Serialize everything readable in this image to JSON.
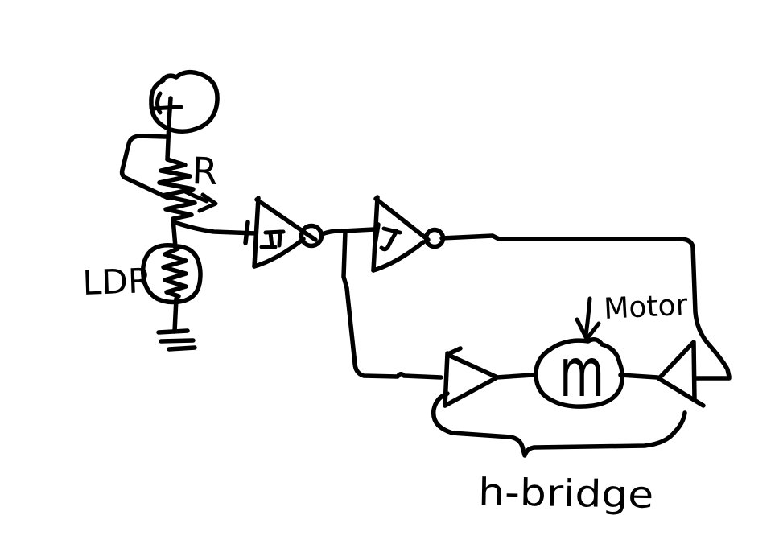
{
  "canvas": {
    "background": "#ffffff",
    "ink": "#000000",
    "kind": "hand-drawn circuit sketch"
  },
  "labels": {
    "resistor": "R",
    "ldr": "LDR",
    "motor": "Motor",
    "motor_symbol": "m",
    "h_bridge": "h-bridge"
  },
  "components": [
    {
      "icon": "power-supply-icon",
      "desc": "circle with plus, supply node"
    },
    {
      "icon": "resistor-zigzag-icon",
      "desc": "zigzag resistor labeled R"
    },
    {
      "icon": "ldr-icon",
      "desc": "zigzag in oval labeled LDR"
    },
    {
      "icon": "ground-icon",
      "desc": "three-bar ground symbol"
    },
    {
      "icon": "schmitt-inverter-icon",
      "desc": "two inverting schmitt trigger gates"
    },
    {
      "icon": "buffer-icon",
      "desc": "left and right motor driver triangles"
    },
    {
      "icon": "motor-icon",
      "desc": "circle with m, labeled Motor"
    },
    {
      "icon": "brace-icon",
      "desc": "curly brace labeled h-bridge"
    }
  ]
}
